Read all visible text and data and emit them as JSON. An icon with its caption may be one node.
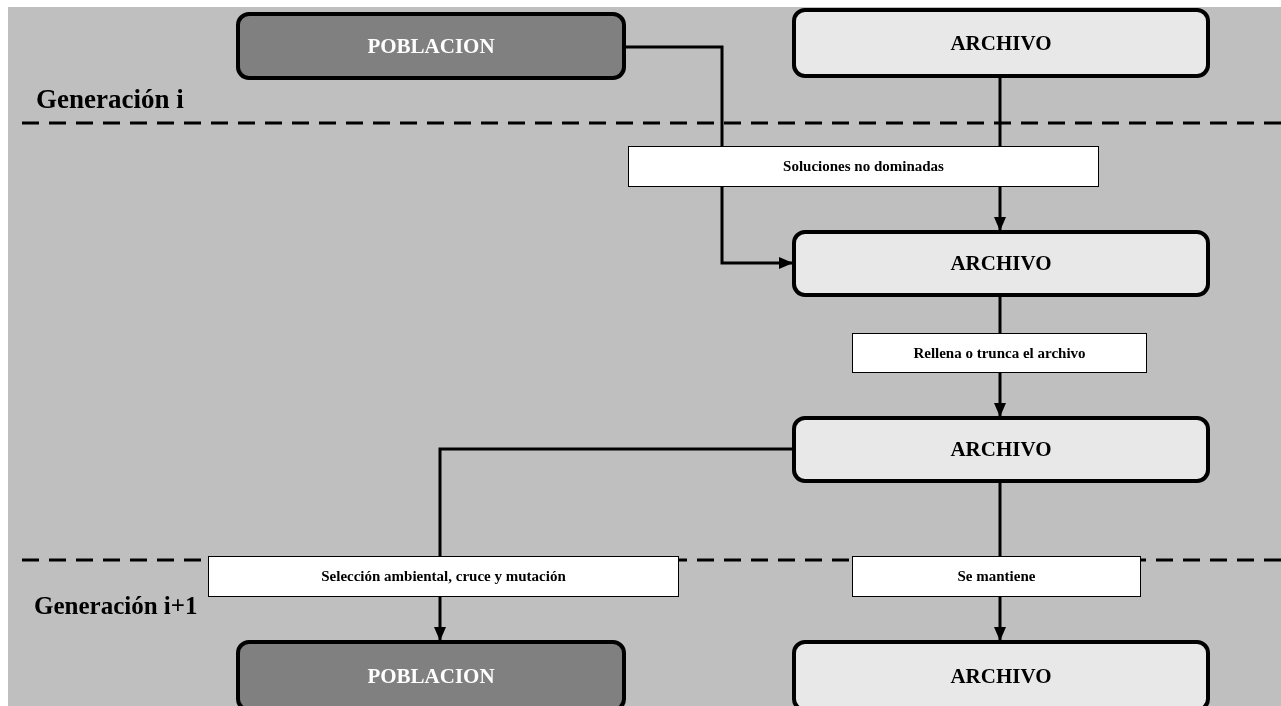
{
  "diagram": {
    "nodes": [
      {
        "text": [
          "POBLACION"
        ]
      },
      {
        "text": [
          "ARCHIVO"
        ]
      },
      {
        "text": [
          "Soluciones no dominadas"
        ]
      },
      {
        "text": [
          "ARCHIVO"
        ]
      },
      {
        "text": [
          "Rellena o trunca el archivo"
        ]
      },
      {
        "text": [
          "ARCHIVO"
        ]
      },
      {
        "text": [
          "Selección ambiental, cruce y mutación"
        ]
      },
      {
        "text": [
          "Se mantiene"
        ]
      },
      {
        "text": [
          "POBLACION"
        ]
      },
      {
        "text": [
          "ARCHIVO"
        ]
      }
    ],
    "edges": [
      {
        "from": 0,
        "to": 2,
        "arrow": "none"
      },
      {
        "from": 1,
        "to": 2,
        "arrow": "none"
      },
      {
        "from": 2,
        "to": 3,
        "arrow": "to"
      },
      {
        "from": 2,
        "to": 3,
        "arrow": "to"
      },
      {
        "from": 3,
        "to": 4,
        "arrow": "none"
      },
      {
        "from": 4,
        "to": 5,
        "arrow": "to"
      },
      {
        "from": 5,
        "to": 6,
        "arrow": "none"
      },
      {
        "from": 6,
        "to": 8,
        "arrow": "to"
      },
      {
        "from": 5,
        "to": 7,
        "arrow": "none"
      },
      {
        "from": 7,
        "to": 9,
        "arrow": "to"
      }
    ],
    "labels": [
      "Generación i",
      "Generación i+1"
    ]
  }
}
